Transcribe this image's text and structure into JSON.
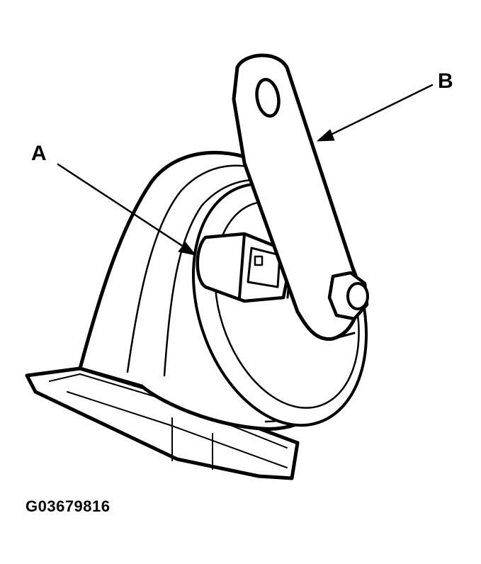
{
  "callouts": {
    "a": "A",
    "b": "B"
  },
  "figure_code": "G03679816",
  "colors": {
    "line": "#000000",
    "background": "#ffffff"
  }
}
